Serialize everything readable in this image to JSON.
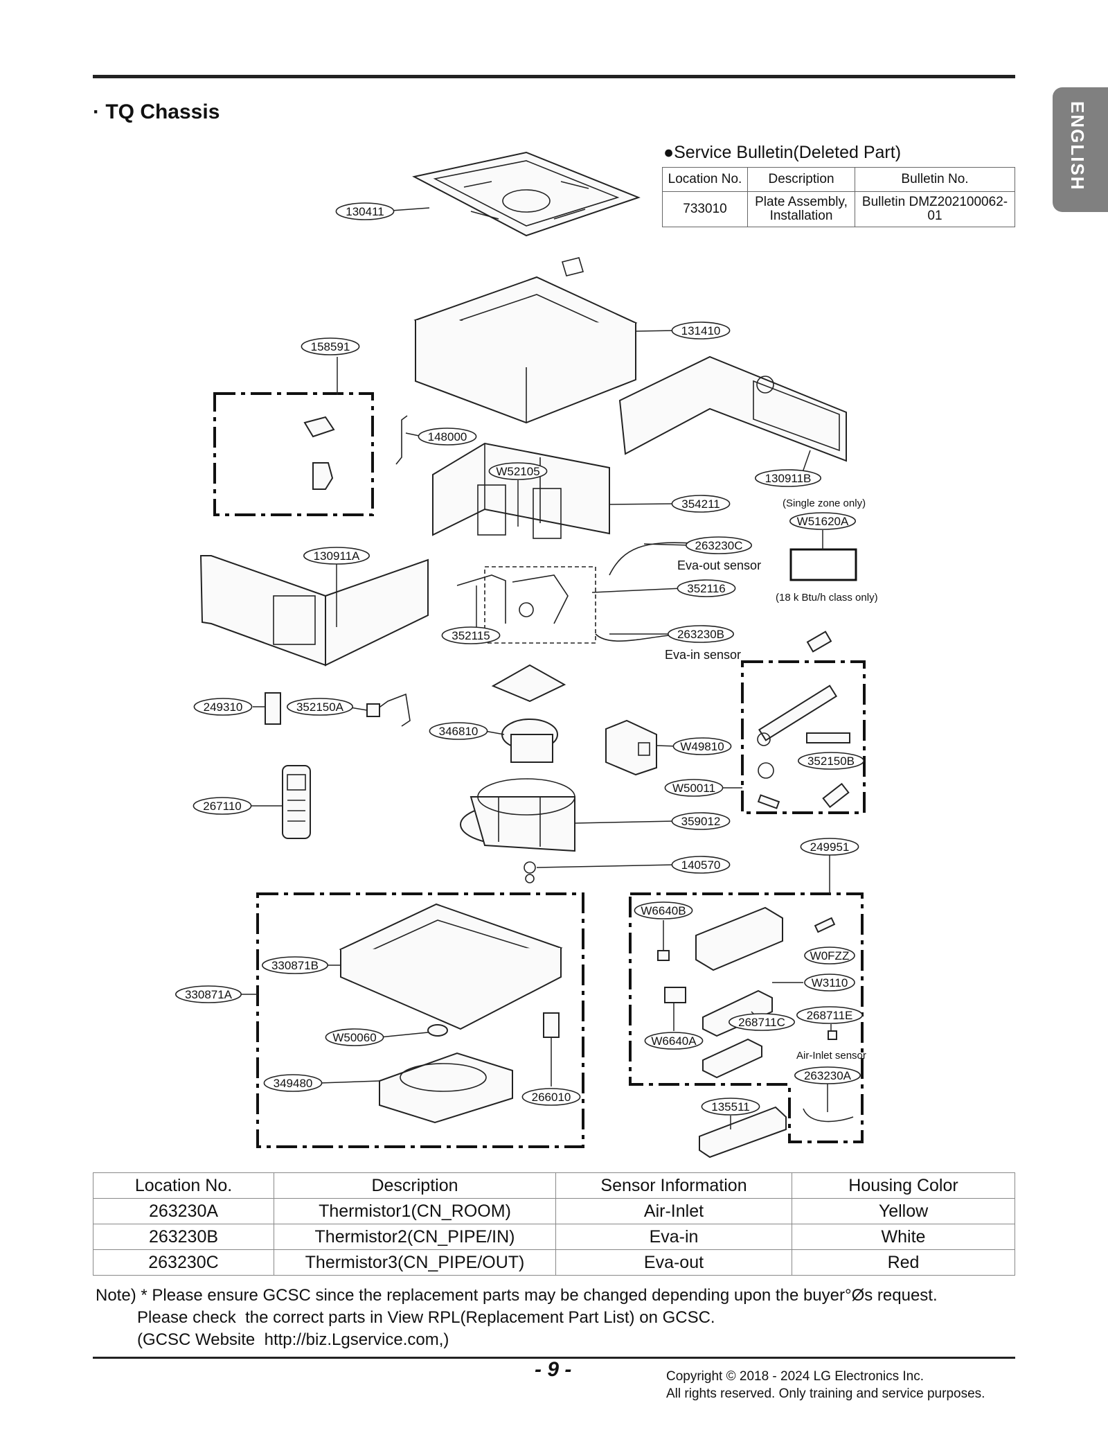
{
  "page": {
    "title": "· TQ Chassis",
    "side_tab": "ENGLISH",
    "page_number": "- 9 -"
  },
  "bulletin": {
    "title": "●Service Bulletin(Deleted Part)",
    "headers": [
      "Location No.",
      "Description",
      "Bulletin No."
    ],
    "row": [
      "733010",
      "Plate Assembly, Installation",
      "Bulletin DMZ202100062-01"
    ]
  },
  "callouts": {
    "c130411": "130411",
    "c131410": "131410",
    "c158591": "158591",
    "c148000": "148000",
    "cW52105": "W52105",
    "c130911B": "130911B",
    "c354211": "354211",
    "cW51620A": "W51620A",
    "c263230C": "263230C",
    "c130911A": "130911A",
    "c352116": "352116",
    "c352115": "352115",
    "c263230B": "263230B",
    "c249310": "249310",
    "c352150A": "352150A",
    "c346810": "346810",
    "cW49810": "W49810",
    "c352150B": "352150B",
    "cW50011": "W50011",
    "c267110": "267110",
    "c359012": "359012",
    "c249951": "249951",
    "c140570": "140570",
    "cW6640B": "W6640B",
    "cW0FZZ": "W0FZZ",
    "c330871B": "330871B",
    "cW3110": "W3110",
    "c330871A": "330871A",
    "c268711E": "268711E",
    "c268711C": "268711C",
    "cW50060": "W50060",
    "cW6640A": "W6640A",
    "c263230A": "263230A",
    "c349480": "349480",
    "c266010": "266010",
    "c135511": "135511"
  },
  "captions": {
    "single_zone": "(Single zone only)",
    "eva_out": "Eva-out sensor",
    "btu_class": "(18 k Btu/h class only)",
    "eva_in": "Eva-in sensor",
    "air_inlet": "Air-Inlet sensor"
  },
  "sensor_table": {
    "headers": [
      "Location No.",
      "Description",
      "Sensor Information",
      "Housing Color"
    ],
    "rows": [
      [
        "263230A",
        "Thermistor1(CN_ROOM)",
        "Air-Inlet",
        "Yellow"
      ],
      [
        "263230B",
        "Thermistor2(CN_PIPE/IN)",
        "Eva-in",
        "White"
      ],
      [
        "263230C",
        "Thermistor3(CN_PIPE/OUT)",
        "Eva-out",
        "Red"
      ]
    ]
  },
  "note": {
    "line1": "Note) * Please ensure GCSC since the replacement parts may be changed depending upon the buyer°Øs request.",
    "line2": "         Please check  the correct parts in View RPL(Replacement Part List) on GCSC.",
    "line3": "         (GCSC Website  http://biz.Lgservice.com,)"
  },
  "copyright": {
    "line1": "Copyright © 2018 - 2024 LG Electronics Inc.",
    "line2": "All rights reserved. Only training and service purposes."
  }
}
